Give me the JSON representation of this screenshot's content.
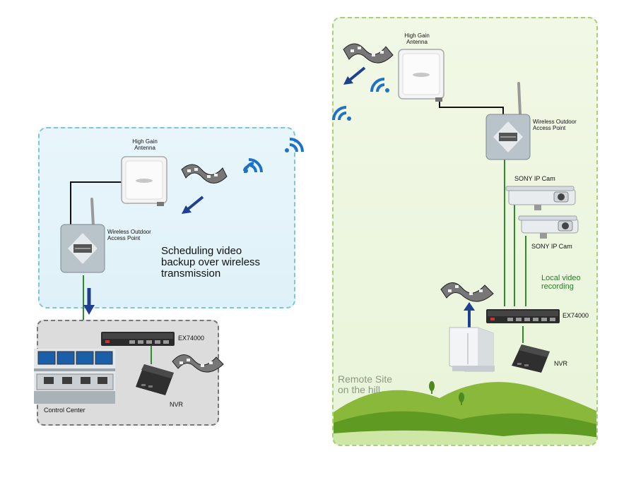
{
  "left_site": {
    "antenna_label_line1": "High Gain",
    "antenna_label_line2": "Antenna",
    "ap_label_line1": "Wireless Outdoor",
    "ap_label_line2": "Access Point",
    "note_line1": "Scheduling video",
    "note_line2": "backup over wireless",
    "note_line3": "transmission",
    "switch_label": "EX74000",
    "nvr_label": "NVR",
    "control_center_label": "Control Center"
  },
  "right_site": {
    "antenna_label_line1": "High Gain",
    "antenna_label_line2": "Antenna",
    "ap_label_line1": "Wireless Outdoor",
    "ap_label_line2": "Access Point",
    "cam1_label": "SONY IP Cam",
    "cam2_label": "SONY IP Cam",
    "local_line1": "Local video",
    "local_line2": "recording",
    "switch_label": "EX74000",
    "nvr_label": "NVR",
    "site_line1": "Remote Site",
    "site_line2": "on the hill"
  },
  "colors": {
    "cable_green": "#2e8b2e",
    "cable_black": "#111111",
    "arrow_blue": "#1f3f8f",
    "wifi_blue": "#1e73c8"
  }
}
